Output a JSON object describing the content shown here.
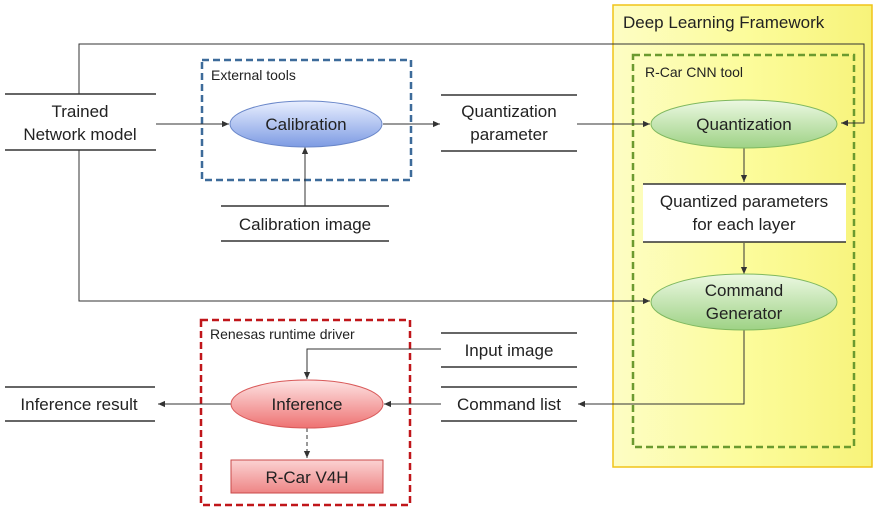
{
  "regions": {
    "framework": "Deep Learning Framework",
    "cnn_tool": "R-Car CNN tool",
    "external_tools": "External tools",
    "runtime_driver": "Renesas runtime driver"
  },
  "nodes": {
    "trained_model": {
      "line1": "Trained",
      "line2": "Network model"
    },
    "calibration": "Calibration",
    "calibration_image": "Calibration image",
    "quant_param": {
      "line1": "Quantization",
      "line2": "parameter"
    },
    "quantization": "Quantization",
    "quantized_params": {
      "line1": "Quantized parameters",
      "line2": "for each layer"
    },
    "command_generator": {
      "line1": "Command",
      "line2": "Generator"
    },
    "input_image": "Input image",
    "command_list": "Command list",
    "inference": "Inference",
    "inference_result": "Inference result",
    "hardware": "R-Car V4H"
  },
  "colors": {
    "framework_fill": "#fdfda0",
    "framework_border": "#f0c419",
    "cnn_border": "#6b9a2f",
    "external_border": "#3d6b9a",
    "runtime_border": "#c0161a",
    "calibration_fill": "#9fb6ec",
    "green_fill": "#b6e0a0",
    "inference_fill": "#f39f9f",
    "hardware_fill": "#f08a8a"
  }
}
